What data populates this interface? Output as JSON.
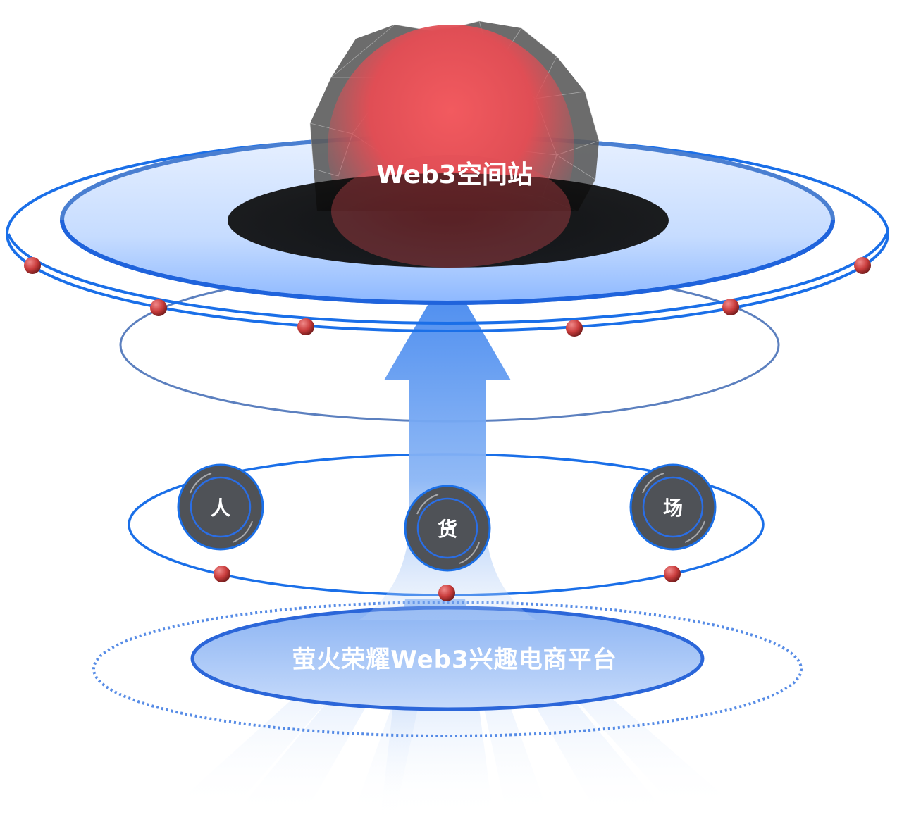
{
  "title": "Web3空间站",
  "platform": "萤火荣耀Web3兴趣电商平台",
  "nodes": [
    {
      "label": "人"
    },
    {
      "label": "货"
    },
    {
      "label": "场"
    }
  ],
  "colors": {
    "ring_blue": "#1a6fe8",
    "disc_light": "#cfe2ff",
    "core_red": "#e8545a",
    "mesh_gray": "#5a5a5a",
    "node_dark": "#4f5257",
    "bead_red": "#c94040",
    "arrow_blue": "#4a8ff0"
  },
  "icons": [
    "red-sphere-icon",
    "wireframe-mesh-icon",
    "upward-arrow-icon"
  ]
}
